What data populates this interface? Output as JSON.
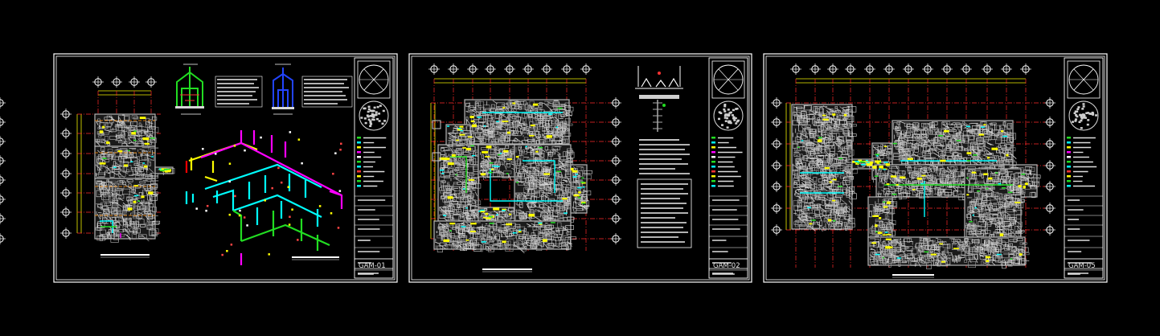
{
  "sheets": [
    {
      "id": "GAM-01"
    },
    {
      "id": "GAM-02"
    },
    {
      "id": "GAM-05"
    }
  ],
  "colors": {
    "background": "#000000",
    "border": "#ffffff",
    "dim_line": "#f2f200",
    "grid_line": "#ff2a2a",
    "wall": "#b4b4b4",
    "cyan": "#00ffff",
    "green": "#22dd22",
    "yellow": "#ffff00",
    "magenta": "#ff00ff",
    "blue": "#2244ff",
    "red": "#ff0000"
  }
}
